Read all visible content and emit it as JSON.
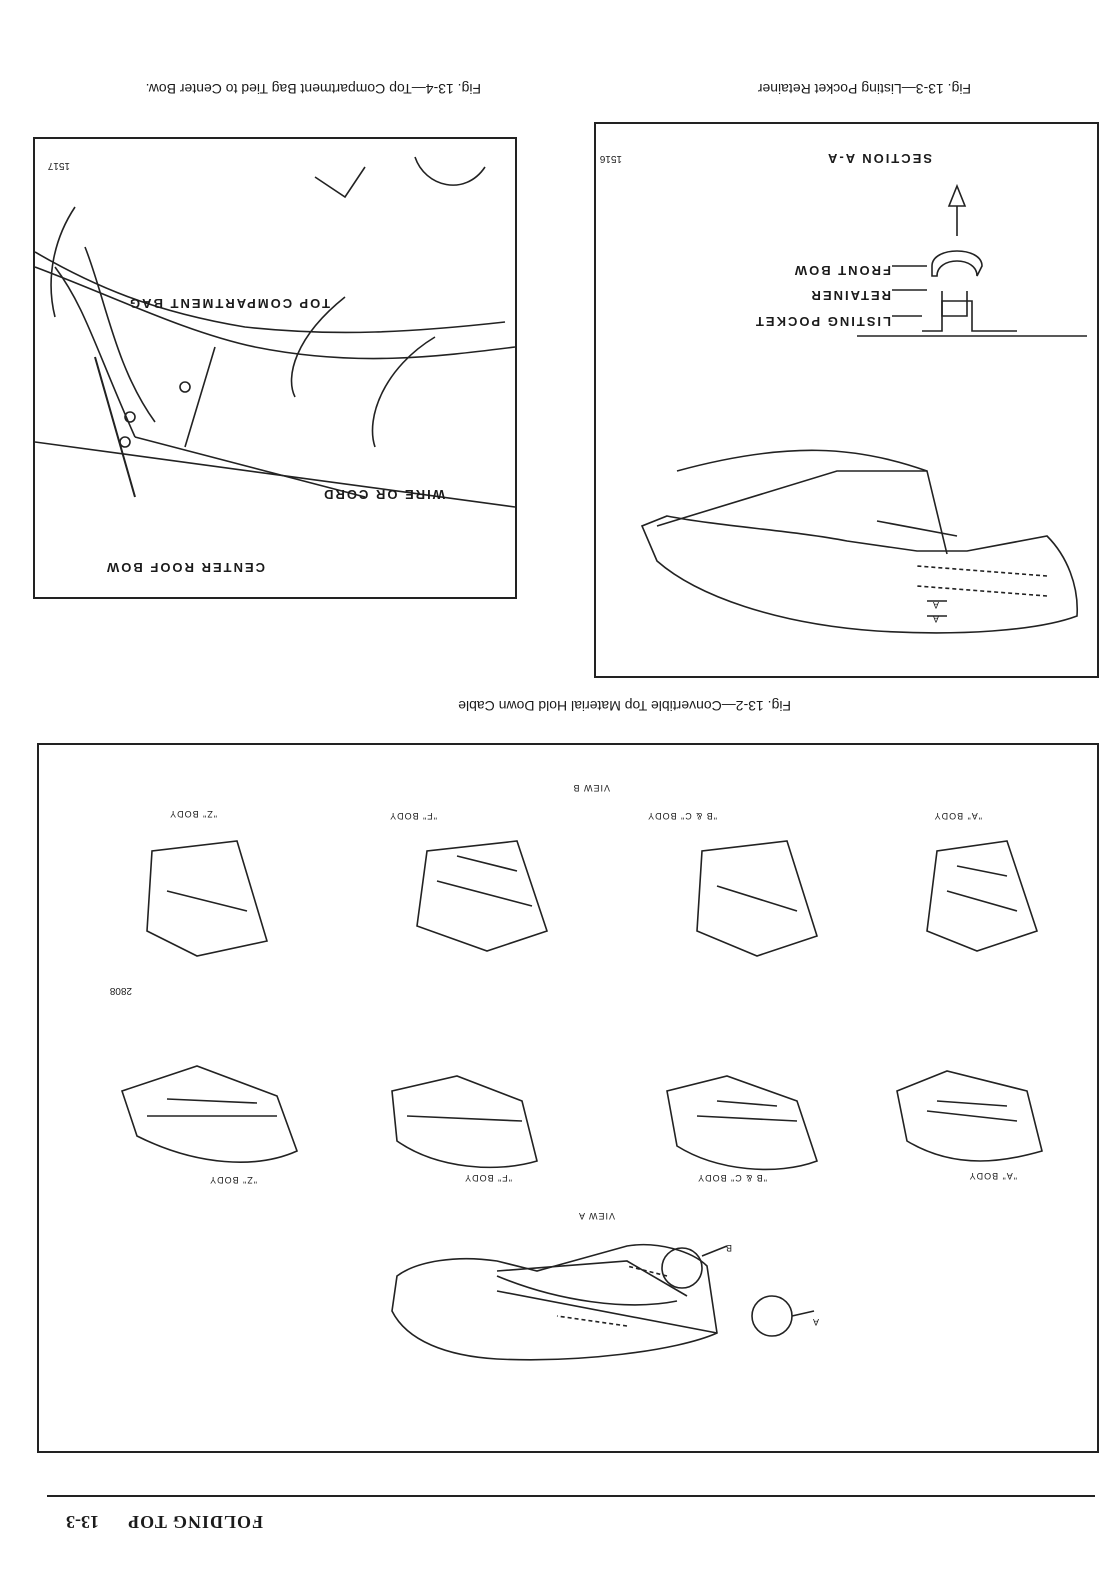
{
  "header": {
    "section_title": "FOLDING TOP",
    "page_number": "13-3"
  },
  "fig_13_2": {
    "caption": "Fig. 13-2—Convertible Top Material Hold Down Cable",
    "view_a_title": "VIEW A",
    "view_b_title": "VIEW B",
    "callout_a": "A",
    "callout_b": "B",
    "fig_id": "2808",
    "panels": [
      "\"A\" BODY",
      "\"B & C\" BODY",
      "\"F\" BODY",
      "\"Z\" BODY"
    ]
  },
  "fig_13_3": {
    "caption": "Fig. 13-3—Listing Pocket Retainer",
    "section_title": "SECTION A-A",
    "label_listing_pocket": "LISTING POCKET",
    "label_retainer": "RETAINER",
    "label_front_bow": "FRONT BOW",
    "section_mark": "A",
    "fig_id": "1516"
  },
  "fig_13_4": {
    "caption": "Fig. 13-4—Top Compartment Bag Tied to Center Bow.",
    "label_center_roof_bow": "CENTER ROOF BOW",
    "label_wire_or_cord": "WIRE OR CORD",
    "label_top_compartment_bag": "TOP COMPARTMENT BAG",
    "fig_id": "1517"
  }
}
